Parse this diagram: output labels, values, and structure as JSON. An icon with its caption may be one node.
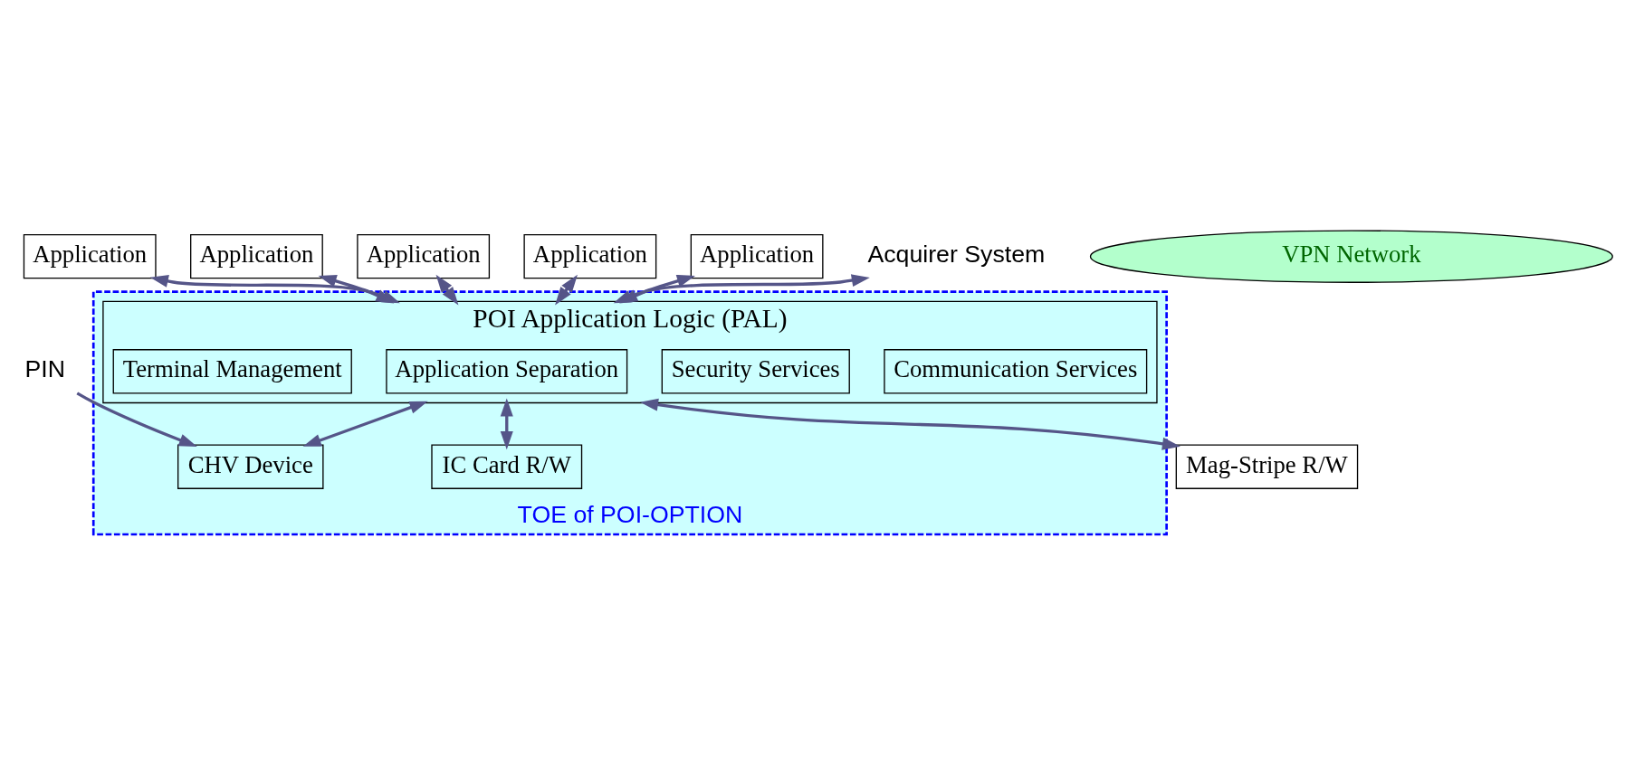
{
  "diagram": {
    "nodes": [
      {
        "text": [
          "TOE of POI-OPTION"
        ]
      },
      {
        "text": [
          "Application"
        ]
      },
      {
        "text": [
          "Application"
        ]
      },
      {
        "text": [
          "Application"
        ]
      },
      {
        "text": [
          "Application"
        ]
      },
      {
        "text": [
          "Application"
        ]
      },
      {
        "text": [
          "POI Application Logic (PAL)"
        ],
        "in": 0
      },
      {
        "text": [
          "Communication Services"
        ],
        "in": 6
      },
      {
        "text": [
          "Security Services"
        ],
        "in": 6
      },
      {
        "text": [
          "Application Separation"
        ],
        "in": 6
      },
      {
        "text": [
          "Terminal Management"
        ],
        "in": 6
      },
      {
        "text": [
          "VPN Network"
        ]
      },
      {
        "text": [
          "IC Card R/W"
        ],
        "in": 0
      },
      {
        "text": [
          "CHV Device"
        ],
        "in": 0
      },
      {
        "text": [
          "Mag-Stripe R/W"
        ]
      },
      {
        "text": [
          "Acquirer System"
        ]
      },
      {
        "text": [
          "PIN"
        ]
      }
    ],
    "edges": [
      {
        "from": 1,
        "to": 6,
        "arrow": "both"
      },
      {
        "from": 2,
        "to": 6,
        "arrow": "both"
      },
      {
        "from": 3,
        "to": 6,
        "arrow": "both"
      },
      {
        "from": 4,
        "to": 6,
        "arrow": "both"
      },
      {
        "from": 5,
        "to": 6,
        "arrow": "both"
      },
      {
        "from": 15,
        "to": 6,
        "arrow": "both"
      },
      {
        "from": 6,
        "to": 12,
        "arrow": "both"
      },
      {
        "from": 6,
        "to": 13,
        "arrow": "both"
      },
      {
        "from": 6,
        "to": 14,
        "arrow": "both"
      },
      {
        "from": 16,
        "to": 13,
        "arrow": "to"
      }
    ]
  }
}
